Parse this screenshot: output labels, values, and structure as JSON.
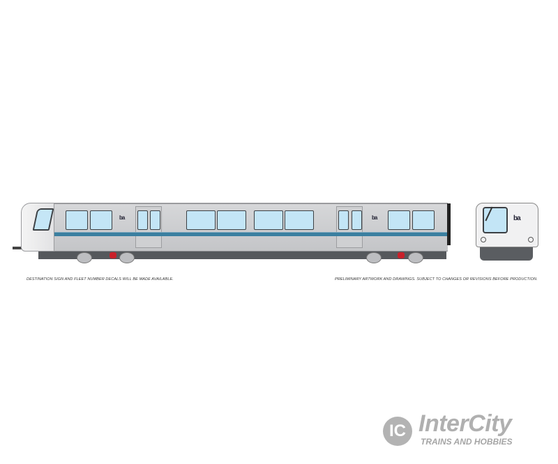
{
  "image": {
    "subject": "side-and-front-view-train-artwork",
    "colors": {
      "body": "#c8c9cb",
      "windows": "#c3e5f6",
      "stripe": "#3a7fa0",
      "accent_red": "#c8202a"
    }
  },
  "train": {
    "side_logo": "ba",
    "front_logo": "ba"
  },
  "notes": {
    "left": "DESTINATION SIGN AND FLEET NUMBER DECALS WILL BE MADE AVAILABLE.",
    "right": "PRELIMINARY ARTWORK AND DRAWINGS.  SUBJECT TO CHANGES OR REVISIONS BEFORE PRODUCTION."
  },
  "watermark": {
    "mark": "IC",
    "brand": "InterCity",
    "tagline": "TRAINS AND HOBBIES"
  }
}
